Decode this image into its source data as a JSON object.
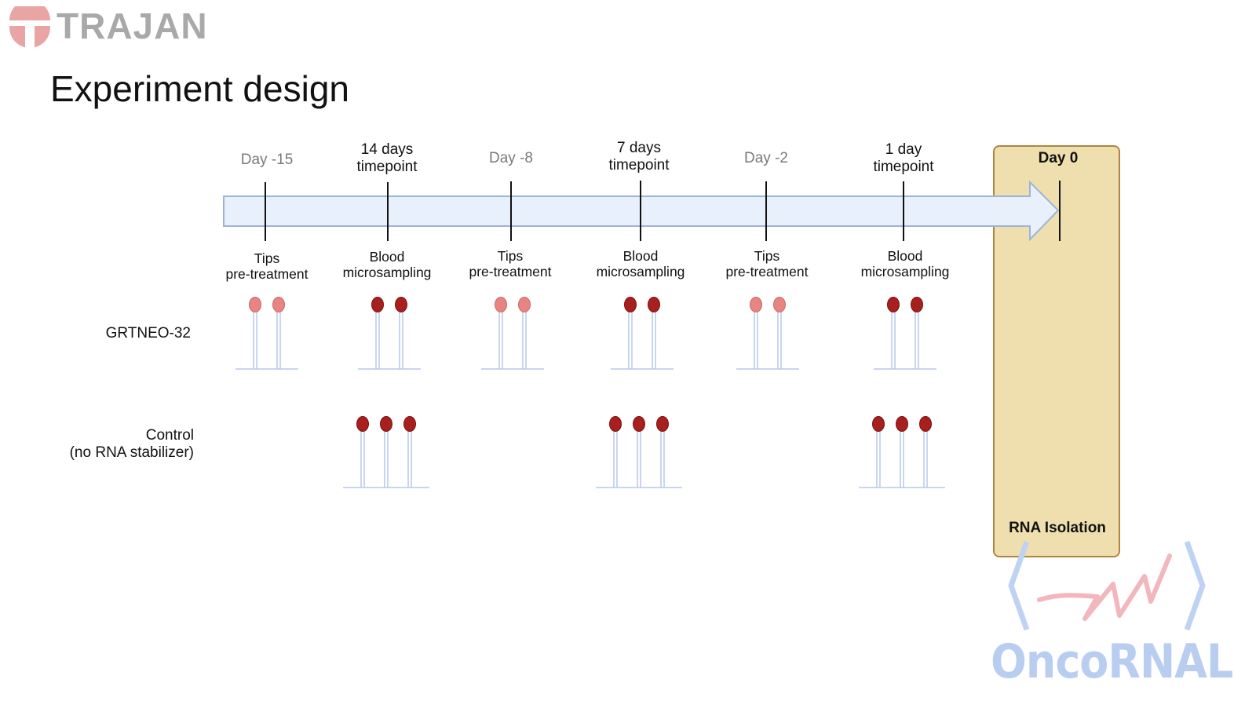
{
  "header": {
    "brand": "TRAJAN",
    "title": "Experiment design"
  },
  "timeline": {
    "steps": [
      {
        "day_label": "Day -15",
        "action": "Tips\npre-treatment",
        "tips": "pre"
      },
      {
        "timepoint": "14 days\ntimepoint",
        "action": "Blood\nmicrosampling",
        "tips": "blood"
      },
      {
        "day_label": "Day -8",
        "action": "Tips\npre-treatment",
        "tips": "pre"
      },
      {
        "timepoint": "7 days\ntimepoint",
        "action": "Blood\nmicrosampling",
        "tips": "blood"
      },
      {
        "day_label": "Day -2",
        "action": "Tips\npre-treatment",
        "tips": "pre"
      },
      {
        "timepoint": "1 day\ntimepoint",
        "action": "Blood\nmicrosampling",
        "tips": "blood"
      }
    ],
    "final": {
      "day_label": "Day 0",
      "action": "RNA Isolation"
    }
  },
  "rows": [
    {
      "label": "GRTNEO-32",
      "tip_count": 2
    },
    {
      "label": "Control\n(no RNA stabilizer)",
      "tip_count": 3
    }
  ],
  "colors": {
    "arrow_fill": "#e8f0fb",
    "arrow_stroke": "#9cb4d8",
    "pre_tip": "#e88582",
    "blood_tip": "#a8201e",
    "stem": "#b8c9ea",
    "final_box": "#f0dfae",
    "final_border": "#b08542",
    "brand_logo": "#e8a5a3",
    "watermark_blue": "#b9cdf0",
    "watermark_pink": "#f2b6bd"
  },
  "watermark": {
    "text": "OncoRNALab"
  }
}
